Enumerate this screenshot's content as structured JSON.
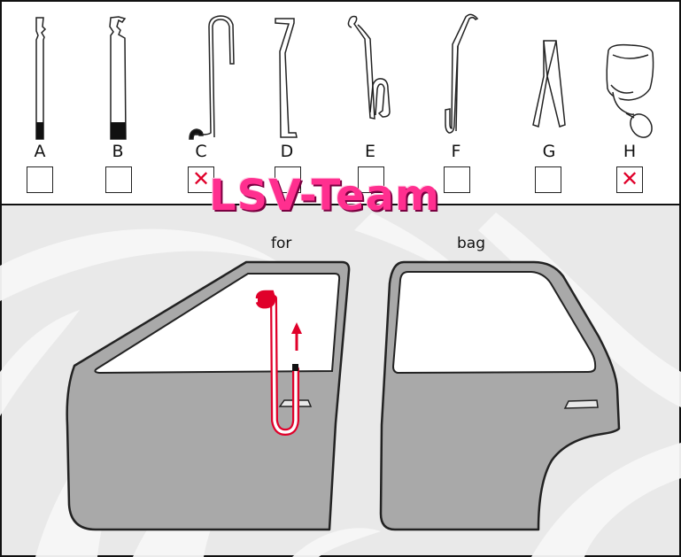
{
  "tools": [
    {
      "label": "A",
      "checked": false
    },
    {
      "label": "B",
      "checked": false
    },
    {
      "label": "C",
      "checked": true
    },
    {
      "label": "D",
      "checked": false
    },
    {
      "label": "E",
      "checked": false
    },
    {
      "label": "F",
      "checked": false
    },
    {
      "label": "G",
      "checked": false
    },
    {
      "label": "H",
      "checked": true
    }
  ],
  "check_mark": "✕",
  "doors": {
    "front_label": "for",
    "rear_label": "bag"
  },
  "watermark": "LSV-Team",
  "colors": {
    "door_fill": "#a9a9a9",
    "background_panel": "#e9e9e9",
    "tool_highlight": "#e0002a",
    "watermark": "#ff2f8f"
  }
}
